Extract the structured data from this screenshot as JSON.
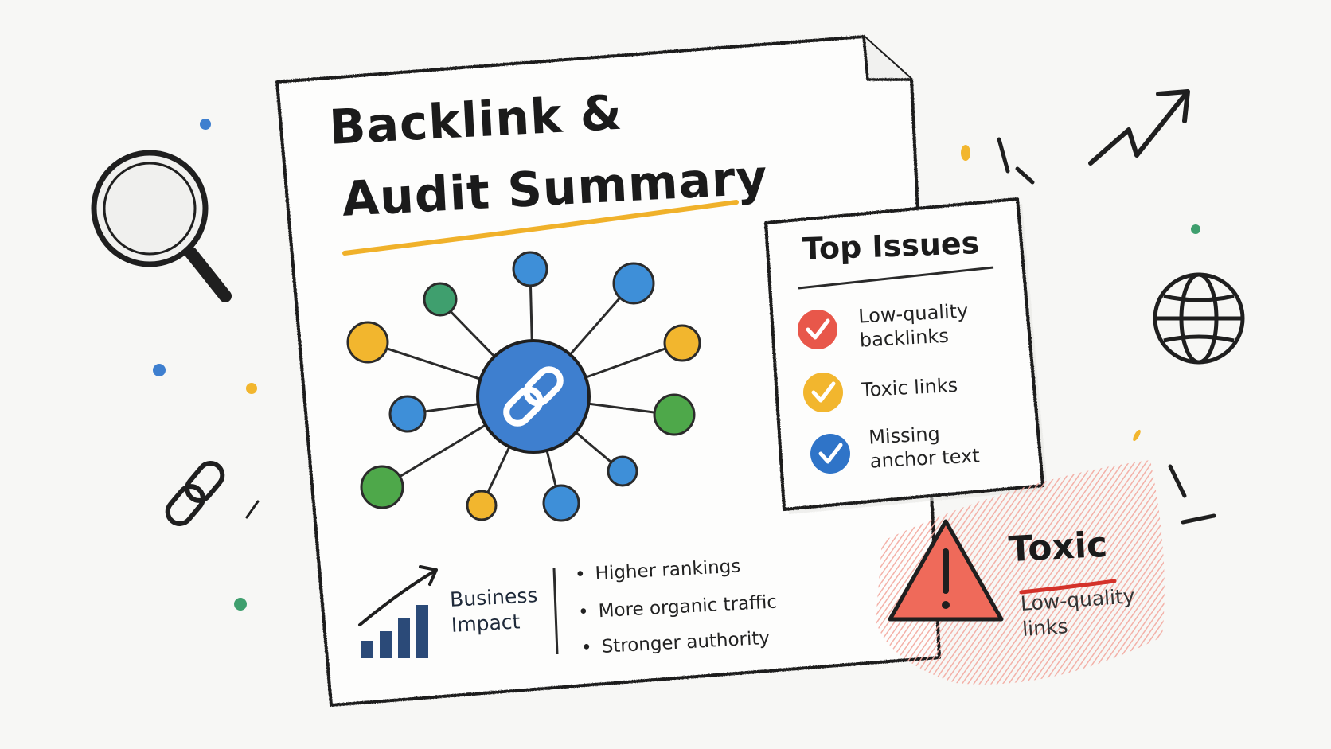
{
  "title": {
    "line1": "Backlink &",
    "line2": "Audit Summary"
  },
  "top_issues": {
    "heading": "Top Issues",
    "items": [
      {
        "line1": "Low-quality",
        "line2": "backlinks",
        "color": "#e8574a"
      },
      {
        "line1": "Toxic links",
        "line2": "",
        "color": "#f2b62e"
      },
      {
        "line1": "Missing",
        "line2": "anchor text",
        "color": "#2f74c8"
      }
    ]
  },
  "business_impact": {
    "label_line1": "Business",
    "label_line2": "Impact",
    "bullets": [
      "Higher rankings",
      "More organic traffic",
      "Stronger authority"
    ]
  },
  "toxic": {
    "title": "Toxic",
    "sub_line1": "Low-quality",
    "sub_line2": "links"
  },
  "colors": {
    "blue": "#3e7fcf",
    "green": "#4ea84a",
    "yellow": "#f2b62e",
    "teal": "#3f9f6e",
    "red": "#e8574a",
    "accent_underline": "#f0b12a",
    "toxic_underline": "#d4322a",
    "navy": "#2b4a78"
  },
  "icons": [
    "magnifier-icon",
    "chain-link-icon",
    "globe-icon",
    "trend-arrow-icon",
    "warning-icon",
    "bar-chart-icon",
    "checkmark-icon"
  ]
}
